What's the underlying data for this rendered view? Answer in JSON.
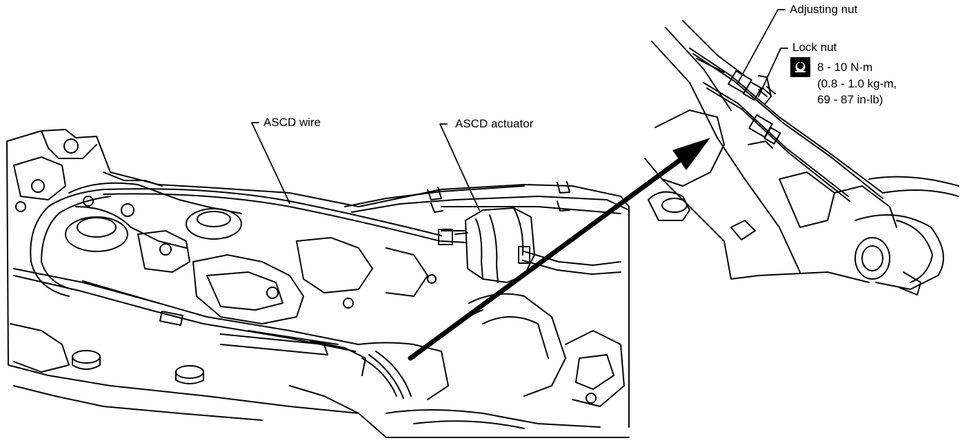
{
  "labels": {
    "ascd_wire": "ASCD wire",
    "ascd_actuator": "ASCD actuator",
    "adjusting_nut": "Adjusting nut",
    "lock_nut": "Lock nut"
  },
  "torque_spec": {
    "line1": "8 - 10 N·m",
    "line2": "(0.8 - 1.0 kg-m,",
    "line3": "69 - 87 in-lb)",
    "icon": "wrench-torque-icon"
  },
  "colors": {
    "ink": "#000000",
    "paper": "#ffffff"
  }
}
